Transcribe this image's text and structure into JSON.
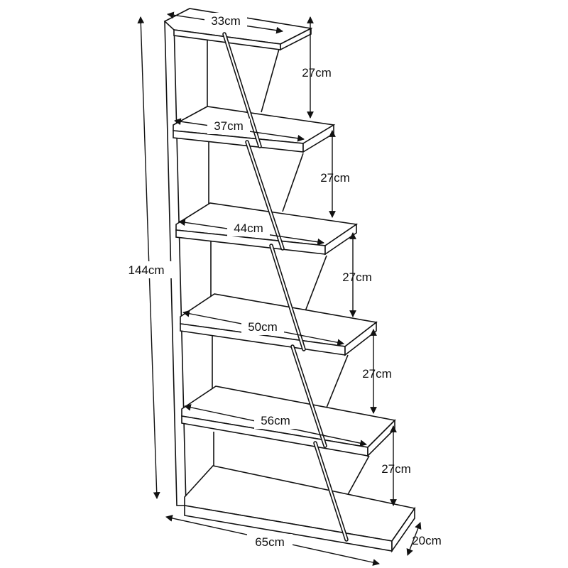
{
  "dimensions": {
    "total_height": "144cm",
    "total_width": "65cm",
    "depth": "20cm",
    "shelves": [
      {
        "width": "33cm",
        "gap": "27cm"
      },
      {
        "width": "37cm",
        "gap": "27cm"
      },
      {
        "width": "44cm",
        "gap": "27cm"
      },
      {
        "width": "50cm",
        "gap": "27cm"
      },
      {
        "width": "56cm",
        "gap": "27cm"
      }
    ]
  },
  "colors": {
    "line": "#111111",
    "background": "#ffffff"
  }
}
